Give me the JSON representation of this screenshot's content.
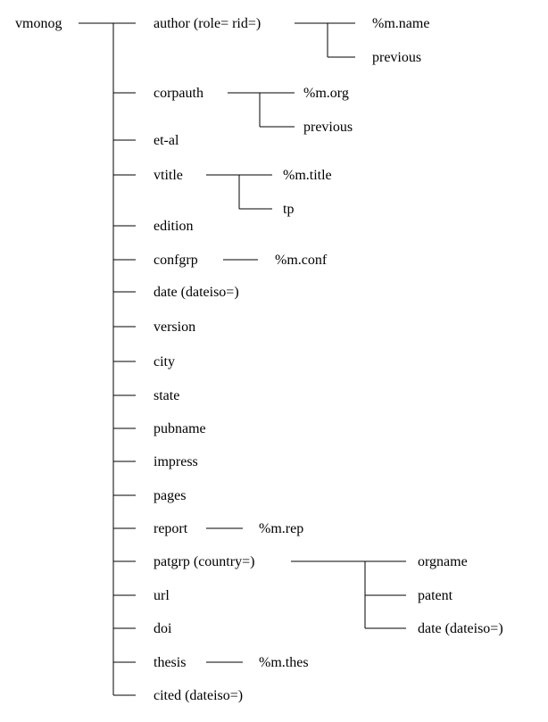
{
  "diagram": {
    "root": "vmonog",
    "children": [
      {
        "label": "author (role= rid=)",
        "children": [
          "%m.name",
          "previous"
        ]
      },
      {
        "label": "corpauth",
        "children": [
          "%m.org",
          "previous"
        ]
      },
      {
        "label": "et-al"
      },
      {
        "label": "vtitle",
        "children": [
          "%m.title",
          "tp"
        ]
      },
      {
        "label": "edition"
      },
      {
        "label": "confgrp",
        "children": [
          "%m.conf"
        ]
      },
      {
        "label": "date (dateiso=)"
      },
      {
        "label": "version"
      },
      {
        "label": "city"
      },
      {
        "label": "state"
      },
      {
        "label": "pubname"
      },
      {
        "label": "impress"
      },
      {
        "label": "pages"
      },
      {
        "label": "report",
        "children": [
          "%m.rep"
        ]
      },
      {
        "label": "patgrp (country=)",
        "children": [
          "orgname",
          "patent",
          "date (dateiso=)"
        ]
      },
      {
        "label": "url"
      },
      {
        "label": "doi"
      },
      {
        "label": "thesis",
        "children": [
          "%m.thes"
        ]
      },
      {
        "label": "cited (dateiso=)"
      }
    ]
  }
}
